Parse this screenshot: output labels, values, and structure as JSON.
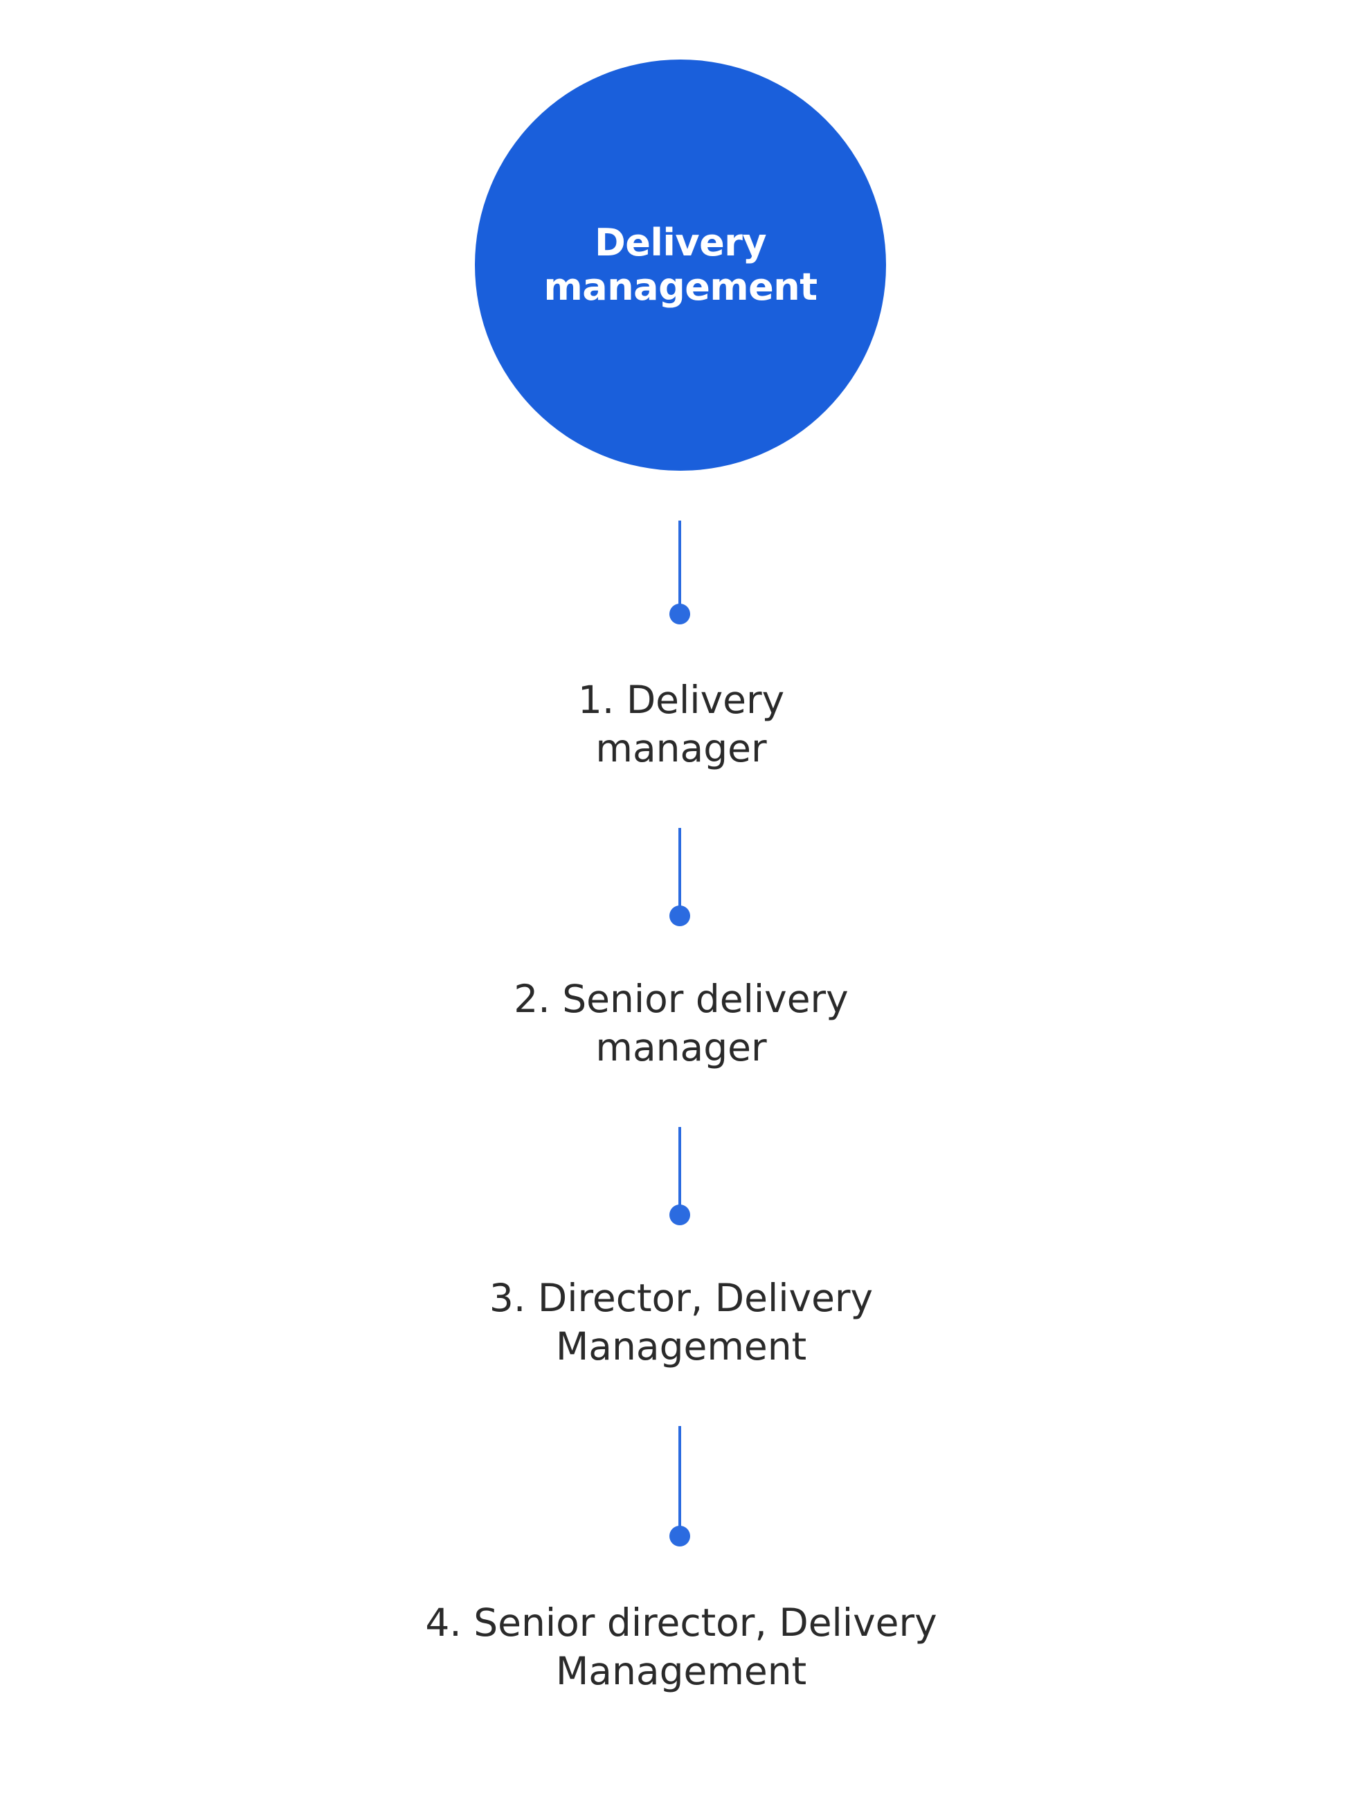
{
  "hub": {
    "title": "Delivery\nmanagement",
    "color": "#1a5fdb"
  },
  "connector_color": "#2b6be0",
  "steps": [
    {
      "label": "1. Delivery\nmanager"
    },
    {
      "label": "2. Senior delivery\nmanager"
    },
    {
      "label": "3. Director, Delivery\nManagement"
    },
    {
      "label": "4. Senior director, Delivery\nManagement"
    }
  ]
}
